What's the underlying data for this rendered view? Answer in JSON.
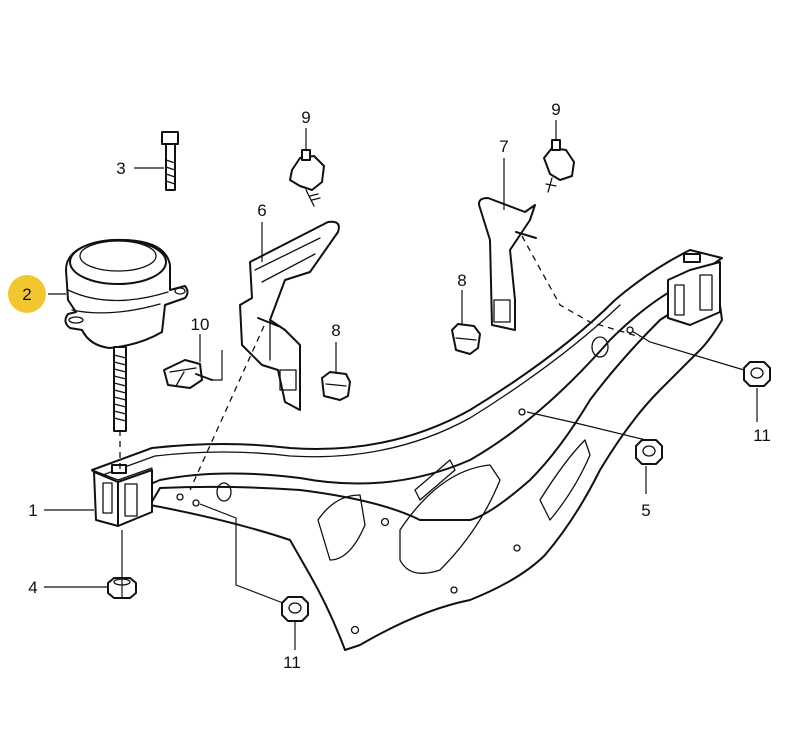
{
  "diagram": {
    "callouts": [
      {
        "id": "c1",
        "text": "1"
      },
      {
        "id": "c2",
        "text": "2"
      },
      {
        "id": "c3",
        "text": "3"
      },
      {
        "id": "c4",
        "text": "4"
      },
      {
        "id": "c5",
        "text": "5"
      },
      {
        "id": "c6",
        "text": "6"
      },
      {
        "id": "c7",
        "text": "7"
      },
      {
        "id": "c8a",
        "text": "8"
      },
      {
        "id": "c8b",
        "text": "8"
      },
      {
        "id": "c9a",
        "text": "9"
      },
      {
        "id": "c9b",
        "text": "9"
      },
      {
        "id": "c10",
        "text": "10"
      },
      {
        "id": "c11a",
        "text": "11"
      },
      {
        "id": "c11b",
        "text": "11"
      }
    ],
    "highlight_color": "#f2c62f"
  }
}
